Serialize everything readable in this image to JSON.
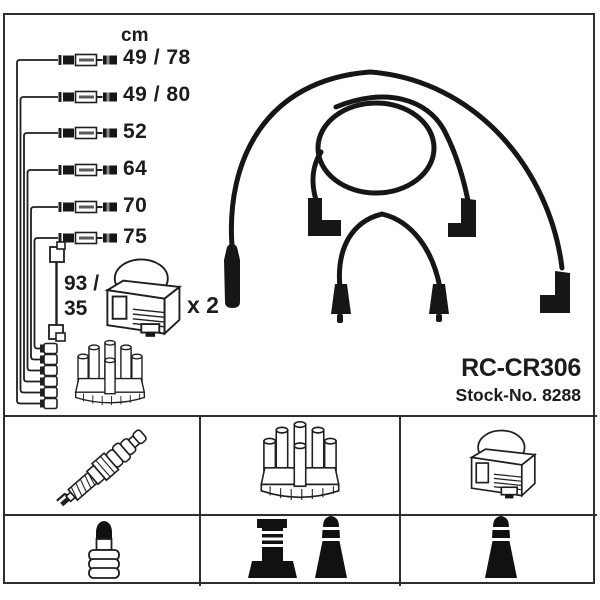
{
  "product": {
    "code": "RC-CR306",
    "stock_number_label": "Stock-No. 8288"
  },
  "schematic": {
    "unit_header": "cm",
    "cable_lengths": [
      "49 / 78",
      "49 / 80",
      "52",
      "64",
      "70",
      "75"
    ],
    "coil_wire_length_line1": "93 /",
    "coil_wire_length_line2": "35",
    "coil_quantity_label": "x 2"
  },
  "legend_table": {
    "row1_icons": [
      "spark-plug",
      "distributor-cap",
      "ignition-coil"
    ],
    "row2_icons": [
      "nut-terminal-connector",
      "din-terminal-and-boot",
      "plug-boot"
    ]
  },
  "colors": {
    "ink": "#1f1f1f",
    "silhouette": "#111111",
    "frame": "#2e2e2e",
    "background": "#ffffff"
  }
}
